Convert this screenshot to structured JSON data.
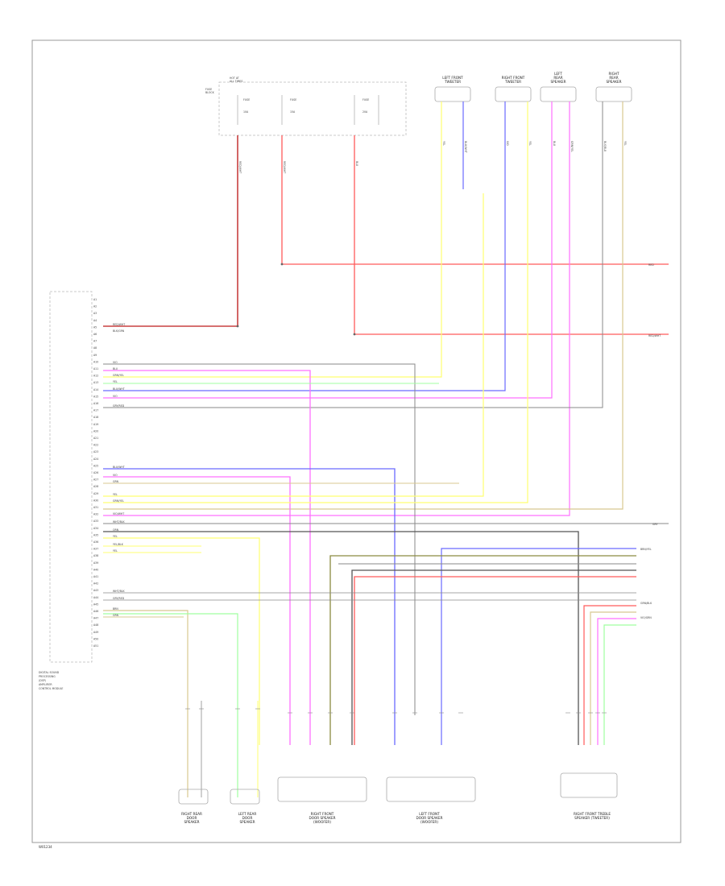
{
  "figure_id": "W01234",
  "top_components": [
    {
      "id": "fuse-block",
      "lines": [
        "HOT AT",
        "ALL TIMES",
        "FUSE",
        "BLOCK"
      ]
    },
    {
      "id": "tweeter-left",
      "lines": [
        "LEFT FRONT",
        "TWEETER"
      ]
    },
    {
      "id": "tweeter-right",
      "lines": [
        "RIGHT FRONT",
        "TWEETER"
      ]
    },
    {
      "id": "speaker-left",
      "lines": [
        "LEFT",
        "REAR",
        "SPEAKER"
      ]
    },
    {
      "id": "speaker-right",
      "lines": [
        "RIGHT",
        "REAR",
        "SPEAKER"
      ]
    }
  ],
  "fuse_labels": [
    "FUSE",
    "10A",
    "FUSE",
    "15A",
    "FUSE",
    "20A"
  ],
  "module": {
    "lines": [
      "DIGITAL SOUND",
      "PROCESSING",
      "(DSP)",
      "AMPLIFIER",
      "CONTROL MODULE"
    ]
  },
  "pin_labels": [
    "A1",
    "A2",
    "A3",
    "A4",
    "A5",
    "A6",
    "A7",
    "A8",
    "A9",
    "A10",
    "A11",
    "A12",
    "A13",
    "A14",
    "A15",
    "A16",
    "A17",
    "A18",
    "A19",
    "A20",
    "A21",
    "A22",
    "A23",
    "A24",
    "A25",
    "A26",
    "A27",
    "A28",
    "A29",
    "A30",
    "A31",
    "A32",
    "A33",
    "A34",
    "A35",
    "A36",
    "A37",
    "A38",
    "A39",
    "A40",
    "A41",
    "A42",
    "A43",
    "A44",
    "A45",
    "A46",
    "A47",
    "A48",
    "A49",
    "A50",
    "A51"
  ],
  "wire_labels": [
    "RED/WHT",
    "BLK/GRN",
    "GRY/YEL",
    "YEL",
    "BLU/WHT",
    "VIO",
    "BLU",
    "GRN/YEL",
    "VIO/WHT",
    "ORN",
    "BRN",
    "GRN",
    "WHT/BLK",
    "GRY/RED",
    "BLK/BLU",
    "YEL/BLK"
  ],
  "right_tags": [
    "RED",
    "RED/WHT",
    "GRY",
    "BRN/YEL",
    "GRN/BLK",
    "VIO/GRN"
  ],
  "bottom_components": [
    {
      "id": "rr-door",
      "lines": [
        "RIGHT REAR",
        "DOOR",
        "SPEAKER"
      ]
    },
    {
      "id": "lr-door",
      "lines": [
        "LEFT REAR",
        "DOOR",
        "SPEAKER"
      ]
    },
    {
      "id": "rf-subwoofer",
      "lines": [
        "RIGHT FRONT",
        "DOOR SPEAKER",
        "(WOOFER)"
      ]
    },
    {
      "id": "lf-subwoofer",
      "lines": [
        "LEFT FRONT",
        "DOOR SPEAKER",
        "(WOOFER)"
      ]
    },
    {
      "id": "sub-assembly",
      "lines": [
        "RIGHT FRONT TREBLE",
        "SPEAKER (TWEETER)"
      ]
    }
  ],
  "colors": {
    "red": "#ff5a5a",
    "darkred": "#c84040",
    "yellow": "#ffff70",
    "blue": "#6a6aff",
    "magenta": "#ff70ff",
    "green": "#a0ffa0",
    "gray": "#8a8a8a",
    "dark": "#555555",
    "olive": "#8a8a40",
    "tan": "#d8c890",
    "pink": "#ffb0d0"
  }
}
